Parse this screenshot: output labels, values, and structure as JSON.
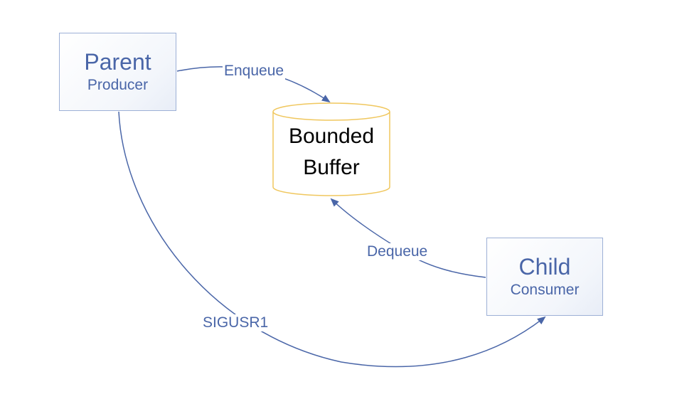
{
  "diagram": {
    "parent": {
      "title": "Parent",
      "subtitle": "Producer"
    },
    "child": {
      "title": "Child",
      "subtitle": "Consumer"
    },
    "buffer": {
      "line1": "Bounded",
      "line2": "Buffer"
    },
    "edges": {
      "enqueue": "Enqueue",
      "dequeue": "Dequeue",
      "signal": "SIGUSR1"
    }
  },
  "colors": {
    "node_border": "#9db0d6",
    "node_text": "#4a66a8",
    "edge": "#4a66a8",
    "buffer_border": "#f0c75e",
    "buffer_text": "#000000"
  }
}
